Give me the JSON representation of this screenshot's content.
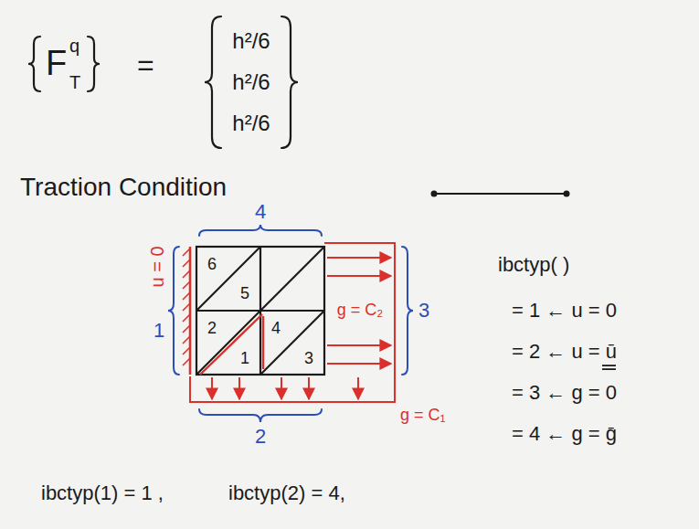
{
  "diagram": {
    "labels": [
      "F",
      "q",
      "T",
      "=",
      "h²/6",
      "h²/6",
      "h²/6",
      "Traction Condition",
      "6",
      "5",
      "2",
      "1",
      "4",
      "3",
      "4",
      "u = 0",
      "1",
      "g = C₂",
      "3",
      "g = C₁",
      "2",
      "ibctyp( )",
      "= 1 ← u = 0",
      "= 2 ← u = ū",
      "= 3 ← g = 0",
      "= 4 ← g = ḡ",
      "ibctyp(1) = 1 ,",
      "ibctyp(2) = 4,"
    ]
  }
}
